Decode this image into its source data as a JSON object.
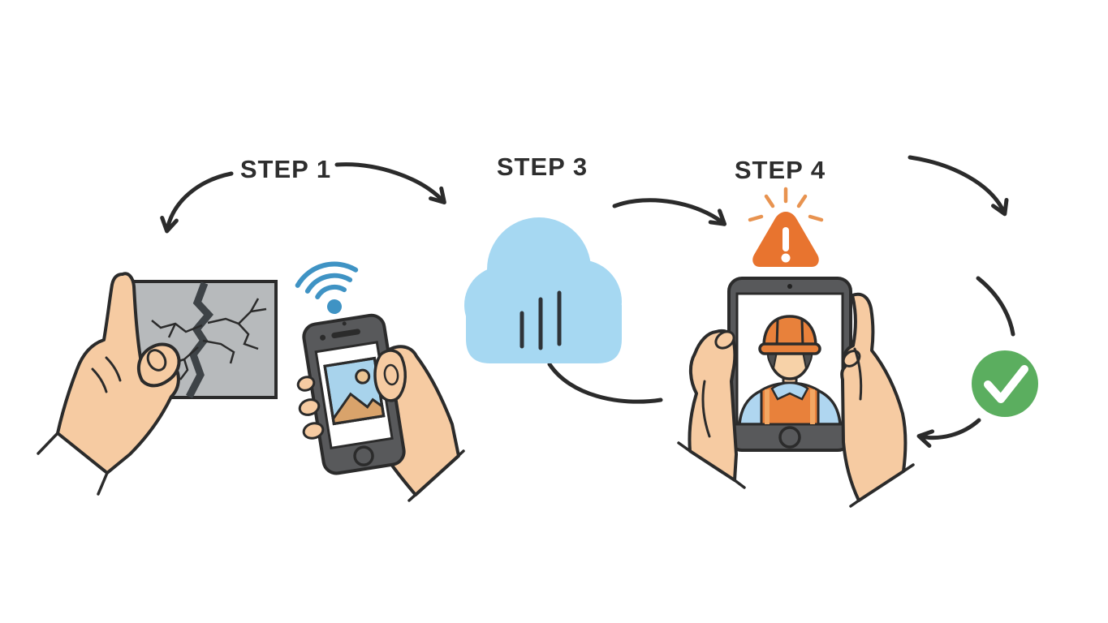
{
  "steps": [
    {
      "id": "step-1",
      "label": "STEP 1"
    },
    {
      "id": "step-3",
      "label": "STEP 3"
    },
    {
      "id": "step-4",
      "label": "STEP 4"
    }
  ],
  "colors": {
    "background": "#ffffff",
    "outline": "#2b2b2b",
    "arrow": "#2b2b2b",
    "label_text": "#2e2e2e",
    "skin": "#F6CBA2",
    "panel_gray": "#B7BABC",
    "crack_dark": "#3E4347",
    "device_gray": "#58595B",
    "wifi_blue": "#3F93C4",
    "cloud_blue": "#A6D8F2",
    "photo_sky_blue": "#A8D3EC",
    "photo_mountain_tan": "#D9A36B",
    "photo_sun_tan": "#EAC493",
    "warning_orange": "#E8742F",
    "warning_ray_orange": "#E89350",
    "hat_vest_orange": "#E8813B",
    "vest_stripe_orange": "#F2A763",
    "shirt_blue": "#AFD6F0",
    "success_green": "#5BAE5F"
  }
}
